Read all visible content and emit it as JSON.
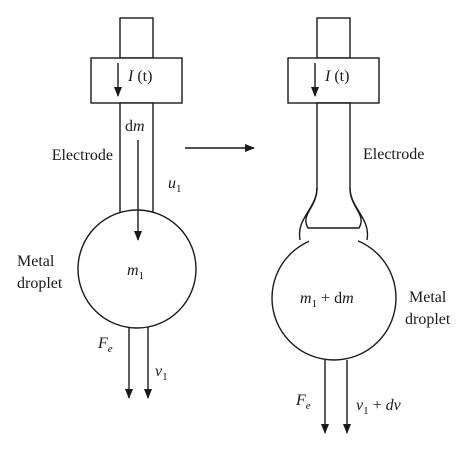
{
  "left": {
    "current": {
      "var": "I",
      "arg": "(t)"
    },
    "dm": {
      "prefix": "d",
      "var": "m"
    },
    "electrode": "Electrode",
    "velocity_u": {
      "var": "u",
      "sub": "1"
    },
    "metal": "Metal",
    "droplet": "droplet",
    "mass": {
      "var": "m",
      "sub": "1"
    },
    "force": {
      "var": "F",
      "sub": "e"
    },
    "velocity_v": {
      "var": "v",
      "sub": "1"
    }
  },
  "right": {
    "current": {
      "var": "I",
      "arg": "(t)"
    },
    "electrode": "Electrode",
    "mass": {
      "var": "m",
      "sub": "1",
      "rest": " + d",
      "var2": "m"
    },
    "metal": "Metal",
    "droplet": "droplet",
    "force": {
      "var": "F",
      "sub": "e"
    },
    "velocity": {
      "var": "v",
      "sub": "1",
      "rest": " + ",
      "var2": "dv"
    }
  }
}
